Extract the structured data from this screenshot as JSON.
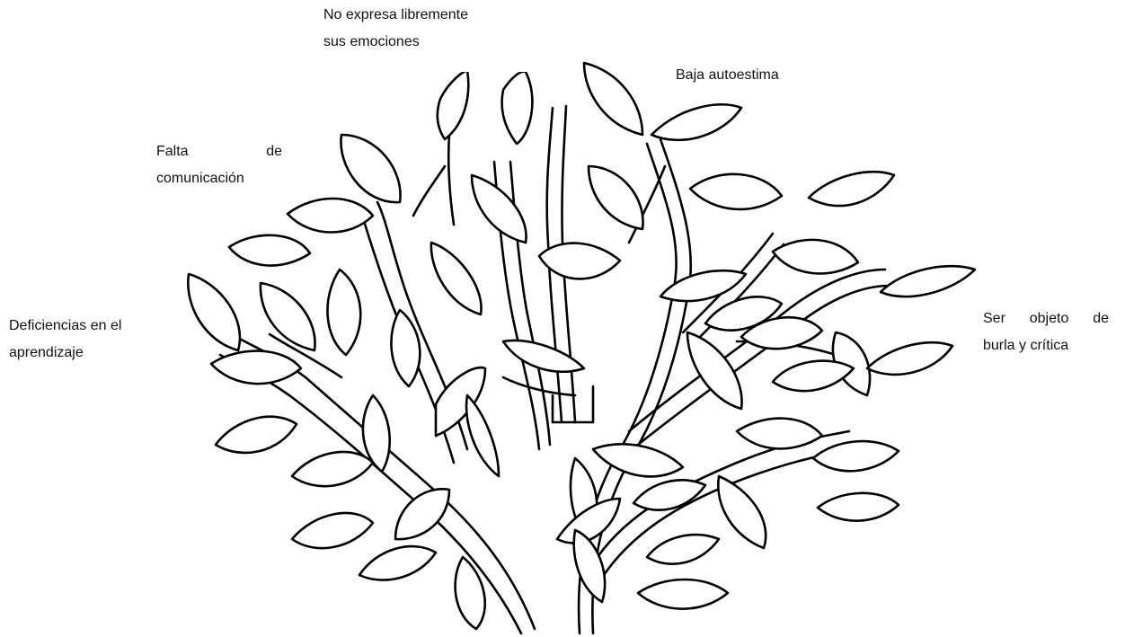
{
  "diagram": {
    "labels": {
      "emociones": [
        "No expresa libremente",
        "sus emociones"
      ],
      "autoestima": "Baja autoestima",
      "comunicacion_word1": "Falta",
      "comunicacion_word2": "de",
      "comunicacion_line2": "comunicación",
      "aprendizaje": [
        "Deficiencias en el",
        "aprendizaje"
      ],
      "burla_word1": "Ser",
      "burla_word2": "objeto",
      "burla_word3": "de",
      "burla_line2": "burla y crítica"
    }
  }
}
